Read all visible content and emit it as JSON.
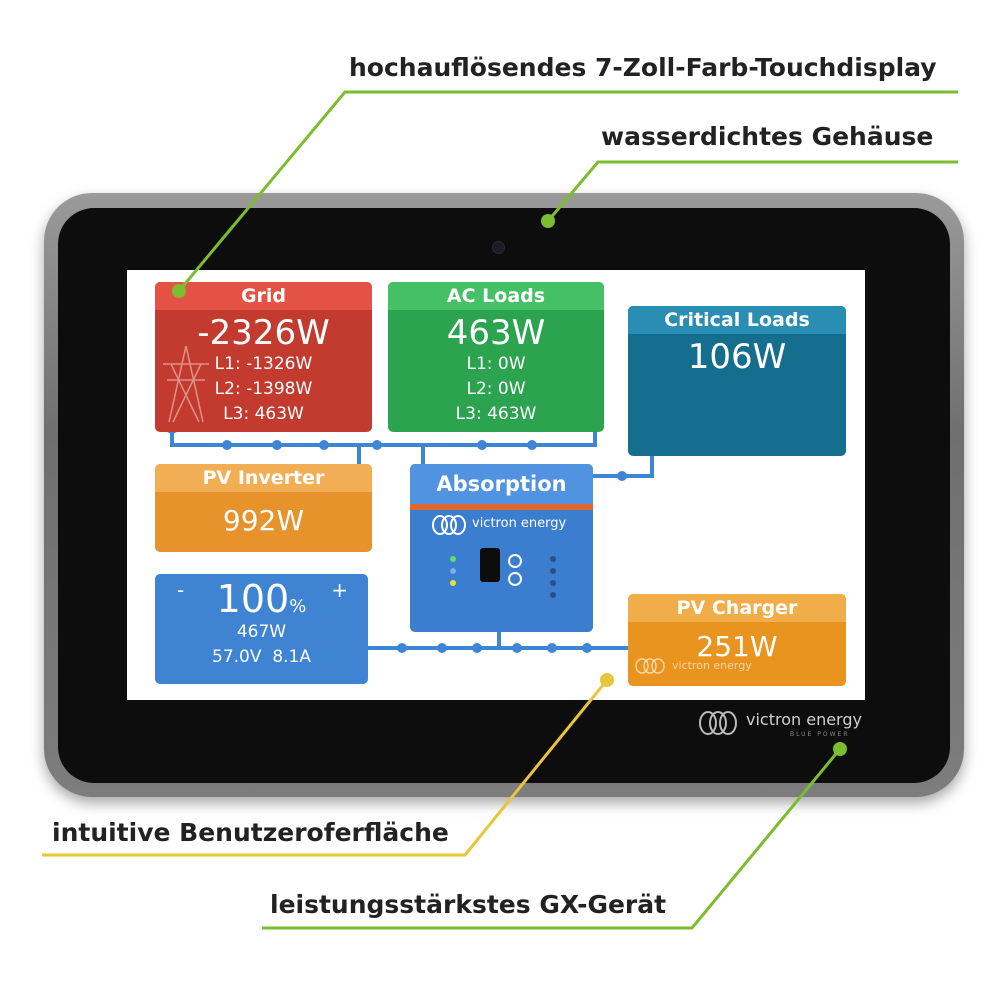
{
  "callouts": {
    "display": "hochauflösendes 7-Zoll-Farb-Touchdisplay",
    "housing": "wasserdichtes Gehäuse",
    "interface": "intuitive Benutzeroferfläche",
    "device": "leistungsstärkstes GX-Gerät"
  },
  "colors": {
    "callout_line_green": "#7cbd2f",
    "callout_line_yellow": "#e8c53a",
    "grid_red": "#c33a2f",
    "ac_green": "#2ca34f",
    "critical_teal": "#166e8f",
    "pv_orange": "#e7922a",
    "battery_blue": "#3e84d2",
    "connection_blue": "#3d86d6"
  },
  "screen": {
    "grid": {
      "title": "Grid",
      "power": "-2326W",
      "l1": "L1: -1326W",
      "l2": "L2: -1398W",
      "l3": "L3: 463W",
      "icon": "power-pylon-icon"
    },
    "ac_loads": {
      "title": "AC Loads",
      "power": "463W",
      "l1": "L1: 0W",
      "l2": "L2: 0W",
      "l3": "L3: 463W"
    },
    "critical_loads": {
      "title": "Critical Loads",
      "power": "106W"
    },
    "pv_inverter": {
      "title": "PV Inverter",
      "power": "992W"
    },
    "battery": {
      "soc": "100",
      "soc_unit": "%",
      "power": "467W",
      "voltage": "57.0V",
      "current": "8.1A",
      "minus": "-",
      "plus": "+"
    },
    "inverter": {
      "state": "Absorption",
      "brand": "victron energy"
    },
    "pv_charger": {
      "title": "PV Charger",
      "power": "251W",
      "brand": "victron energy"
    }
  },
  "device": {
    "brand": "victron energy",
    "tagline": "BLUE POWER"
  }
}
